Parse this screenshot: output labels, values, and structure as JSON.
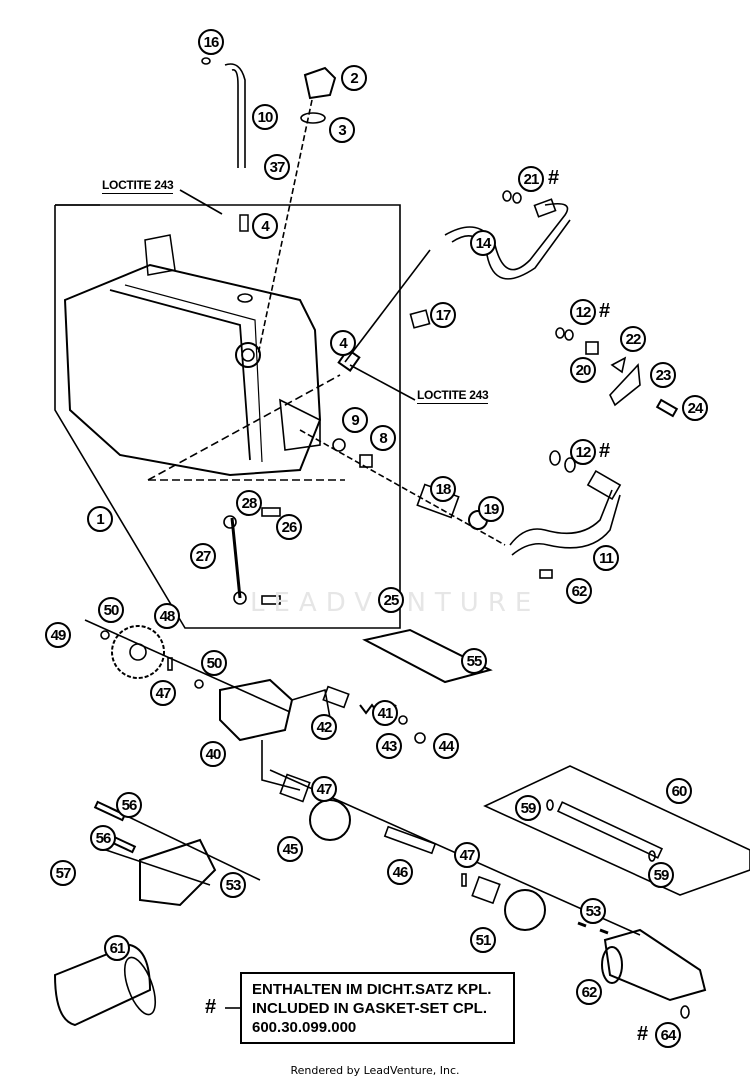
{
  "diagram": {
    "title": "Oil tank / oil pump exploded parts diagram",
    "watermark": "LEADVENTURE",
    "footer": "Rendered by LeadVenture, Inc.",
    "annotations": {
      "loctite_top": "LOCTITE 243",
      "loctite_right": "LOCTITE 243"
    },
    "note": {
      "marker": "#",
      "line1": "ENTHALTEN IM DICHT.SATZ KPL.",
      "line2": "INCLUDED IN GASKET-SET CPL.",
      "line3": "600.30.099.000"
    },
    "callouts": [
      {
        "id": "c16",
        "label": "16"
      },
      {
        "id": "c2",
        "label": "2"
      },
      {
        "id": "c10",
        "label": "10"
      },
      {
        "id": "c3",
        "label": "3"
      },
      {
        "id": "c37",
        "label": "37"
      },
      {
        "id": "c4a",
        "label": "4"
      },
      {
        "id": "c21",
        "label": "21",
        "gasket_set": true
      },
      {
        "id": "c14",
        "label": "14"
      },
      {
        "id": "c17",
        "label": "17"
      },
      {
        "id": "c12a",
        "label": "12",
        "gasket_set": true
      },
      {
        "id": "c22",
        "label": "22"
      },
      {
        "id": "c4b",
        "label": "4"
      },
      {
        "id": "c20",
        "label": "20"
      },
      {
        "id": "c23",
        "label": "23"
      },
      {
        "id": "c24",
        "label": "24"
      },
      {
        "id": "c9",
        "label": "9"
      },
      {
        "id": "c8",
        "label": "8"
      },
      {
        "id": "c12b",
        "label": "12",
        "gasket_set": true
      },
      {
        "id": "c18",
        "label": "18"
      },
      {
        "id": "c28",
        "label": "28"
      },
      {
        "id": "c19",
        "label": "19"
      },
      {
        "id": "c1",
        "label": "1"
      },
      {
        "id": "c26",
        "label": "26"
      },
      {
        "id": "c27",
        "label": "27"
      },
      {
        "id": "c11",
        "label": "11"
      },
      {
        "id": "c62a",
        "label": "62"
      },
      {
        "id": "c25",
        "label": "25"
      },
      {
        "id": "c50a",
        "label": "50"
      },
      {
        "id": "c48",
        "label": "48"
      },
      {
        "id": "c49",
        "label": "49"
      },
      {
        "id": "c55",
        "label": "55"
      },
      {
        "id": "c50b",
        "label": "50"
      },
      {
        "id": "c47a",
        "label": "47"
      },
      {
        "id": "c41",
        "label": "41"
      },
      {
        "id": "c42",
        "label": "42"
      },
      {
        "id": "c40",
        "label": "40"
      },
      {
        "id": "c43",
        "label": "43"
      },
      {
        "id": "c44",
        "label": "44"
      },
      {
        "id": "c60",
        "label": "60"
      },
      {
        "id": "c47b",
        "label": "47"
      },
      {
        "id": "c59a",
        "label": "59"
      },
      {
        "id": "c56a",
        "label": "56"
      },
      {
        "id": "c45",
        "label": "45"
      },
      {
        "id": "c56b",
        "label": "56"
      },
      {
        "id": "c59b",
        "label": "59"
      },
      {
        "id": "c47c",
        "label": "47"
      },
      {
        "id": "c46",
        "label": "46"
      },
      {
        "id": "c57",
        "label": "57"
      },
      {
        "id": "c53a",
        "label": "53"
      },
      {
        "id": "c53b",
        "label": "53"
      },
      {
        "id": "c51",
        "label": "51"
      },
      {
        "id": "c61",
        "label": "61"
      },
      {
        "id": "c62b",
        "label": "62"
      },
      {
        "id": "c64",
        "label": "64",
        "gasket_set": true
      }
    ]
  }
}
